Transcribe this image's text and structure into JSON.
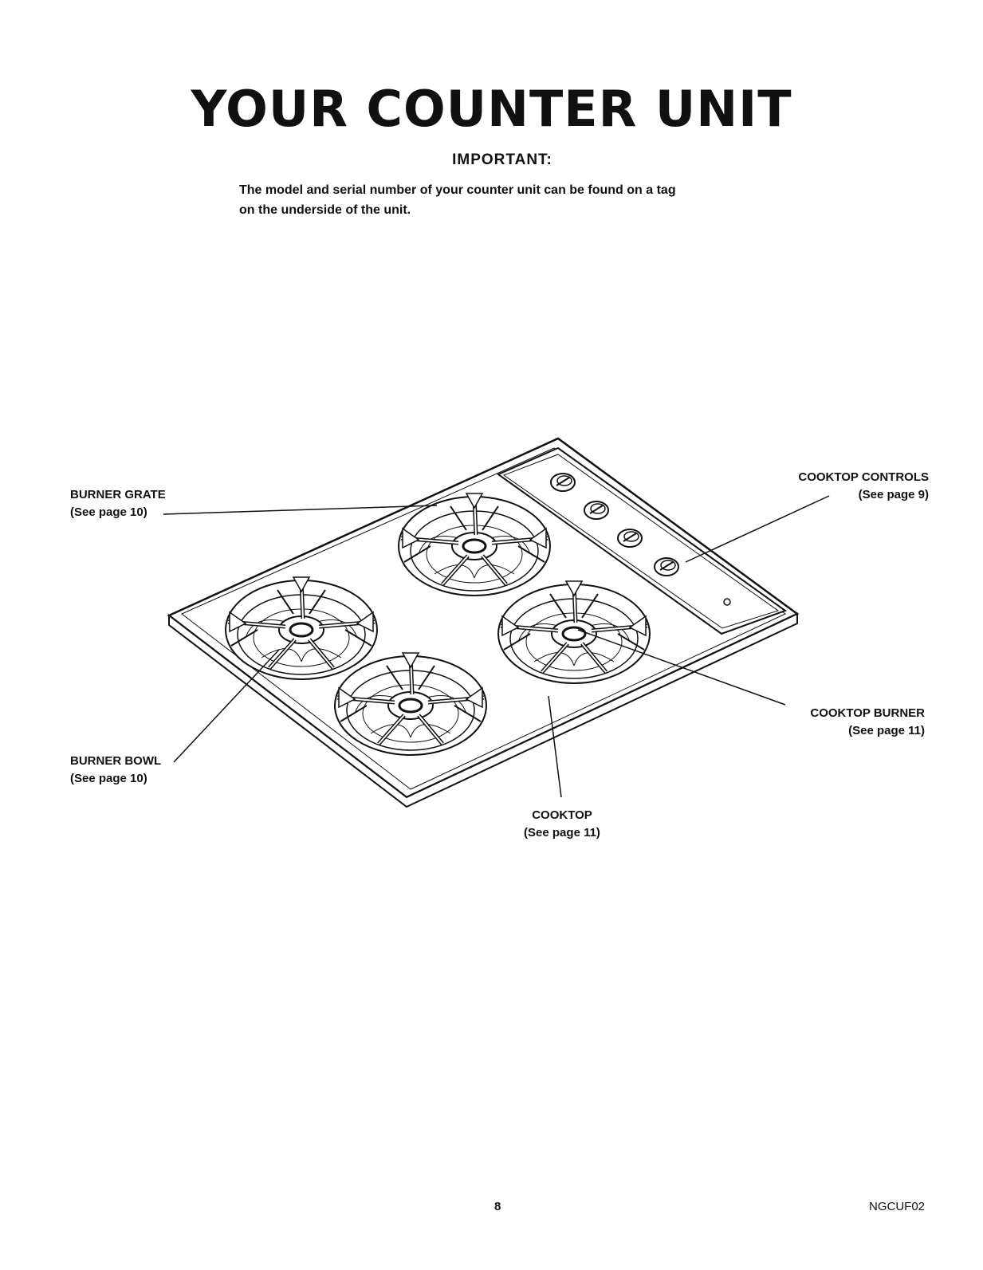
{
  "title": "YOUR COUNTER UNIT",
  "important_heading": "IMPORTANT:",
  "intro_lines": [
    "The model and serial number of your counter unit can be found on a tag",
    "on the underside of the unit."
  ],
  "labels": {
    "burner_grate": {
      "name": "BURNER GRATE",
      "ref": "(See page 10)"
    },
    "burner_bowl": {
      "name": "BURNER BOWL",
      "ref": "(See page 10)"
    },
    "cooktop_controls": {
      "name": "COOKTOP CONTROLS",
      "ref": "(See page 9)"
    },
    "cooktop_burner": {
      "name": "COOKTOP BURNER",
      "ref": "(See page 11)"
    },
    "cooktop": {
      "name": "COOKTOP",
      "ref": "(See page 11)"
    }
  },
  "footer": {
    "page_number": "8",
    "doc_code": "NGCUF02"
  }
}
